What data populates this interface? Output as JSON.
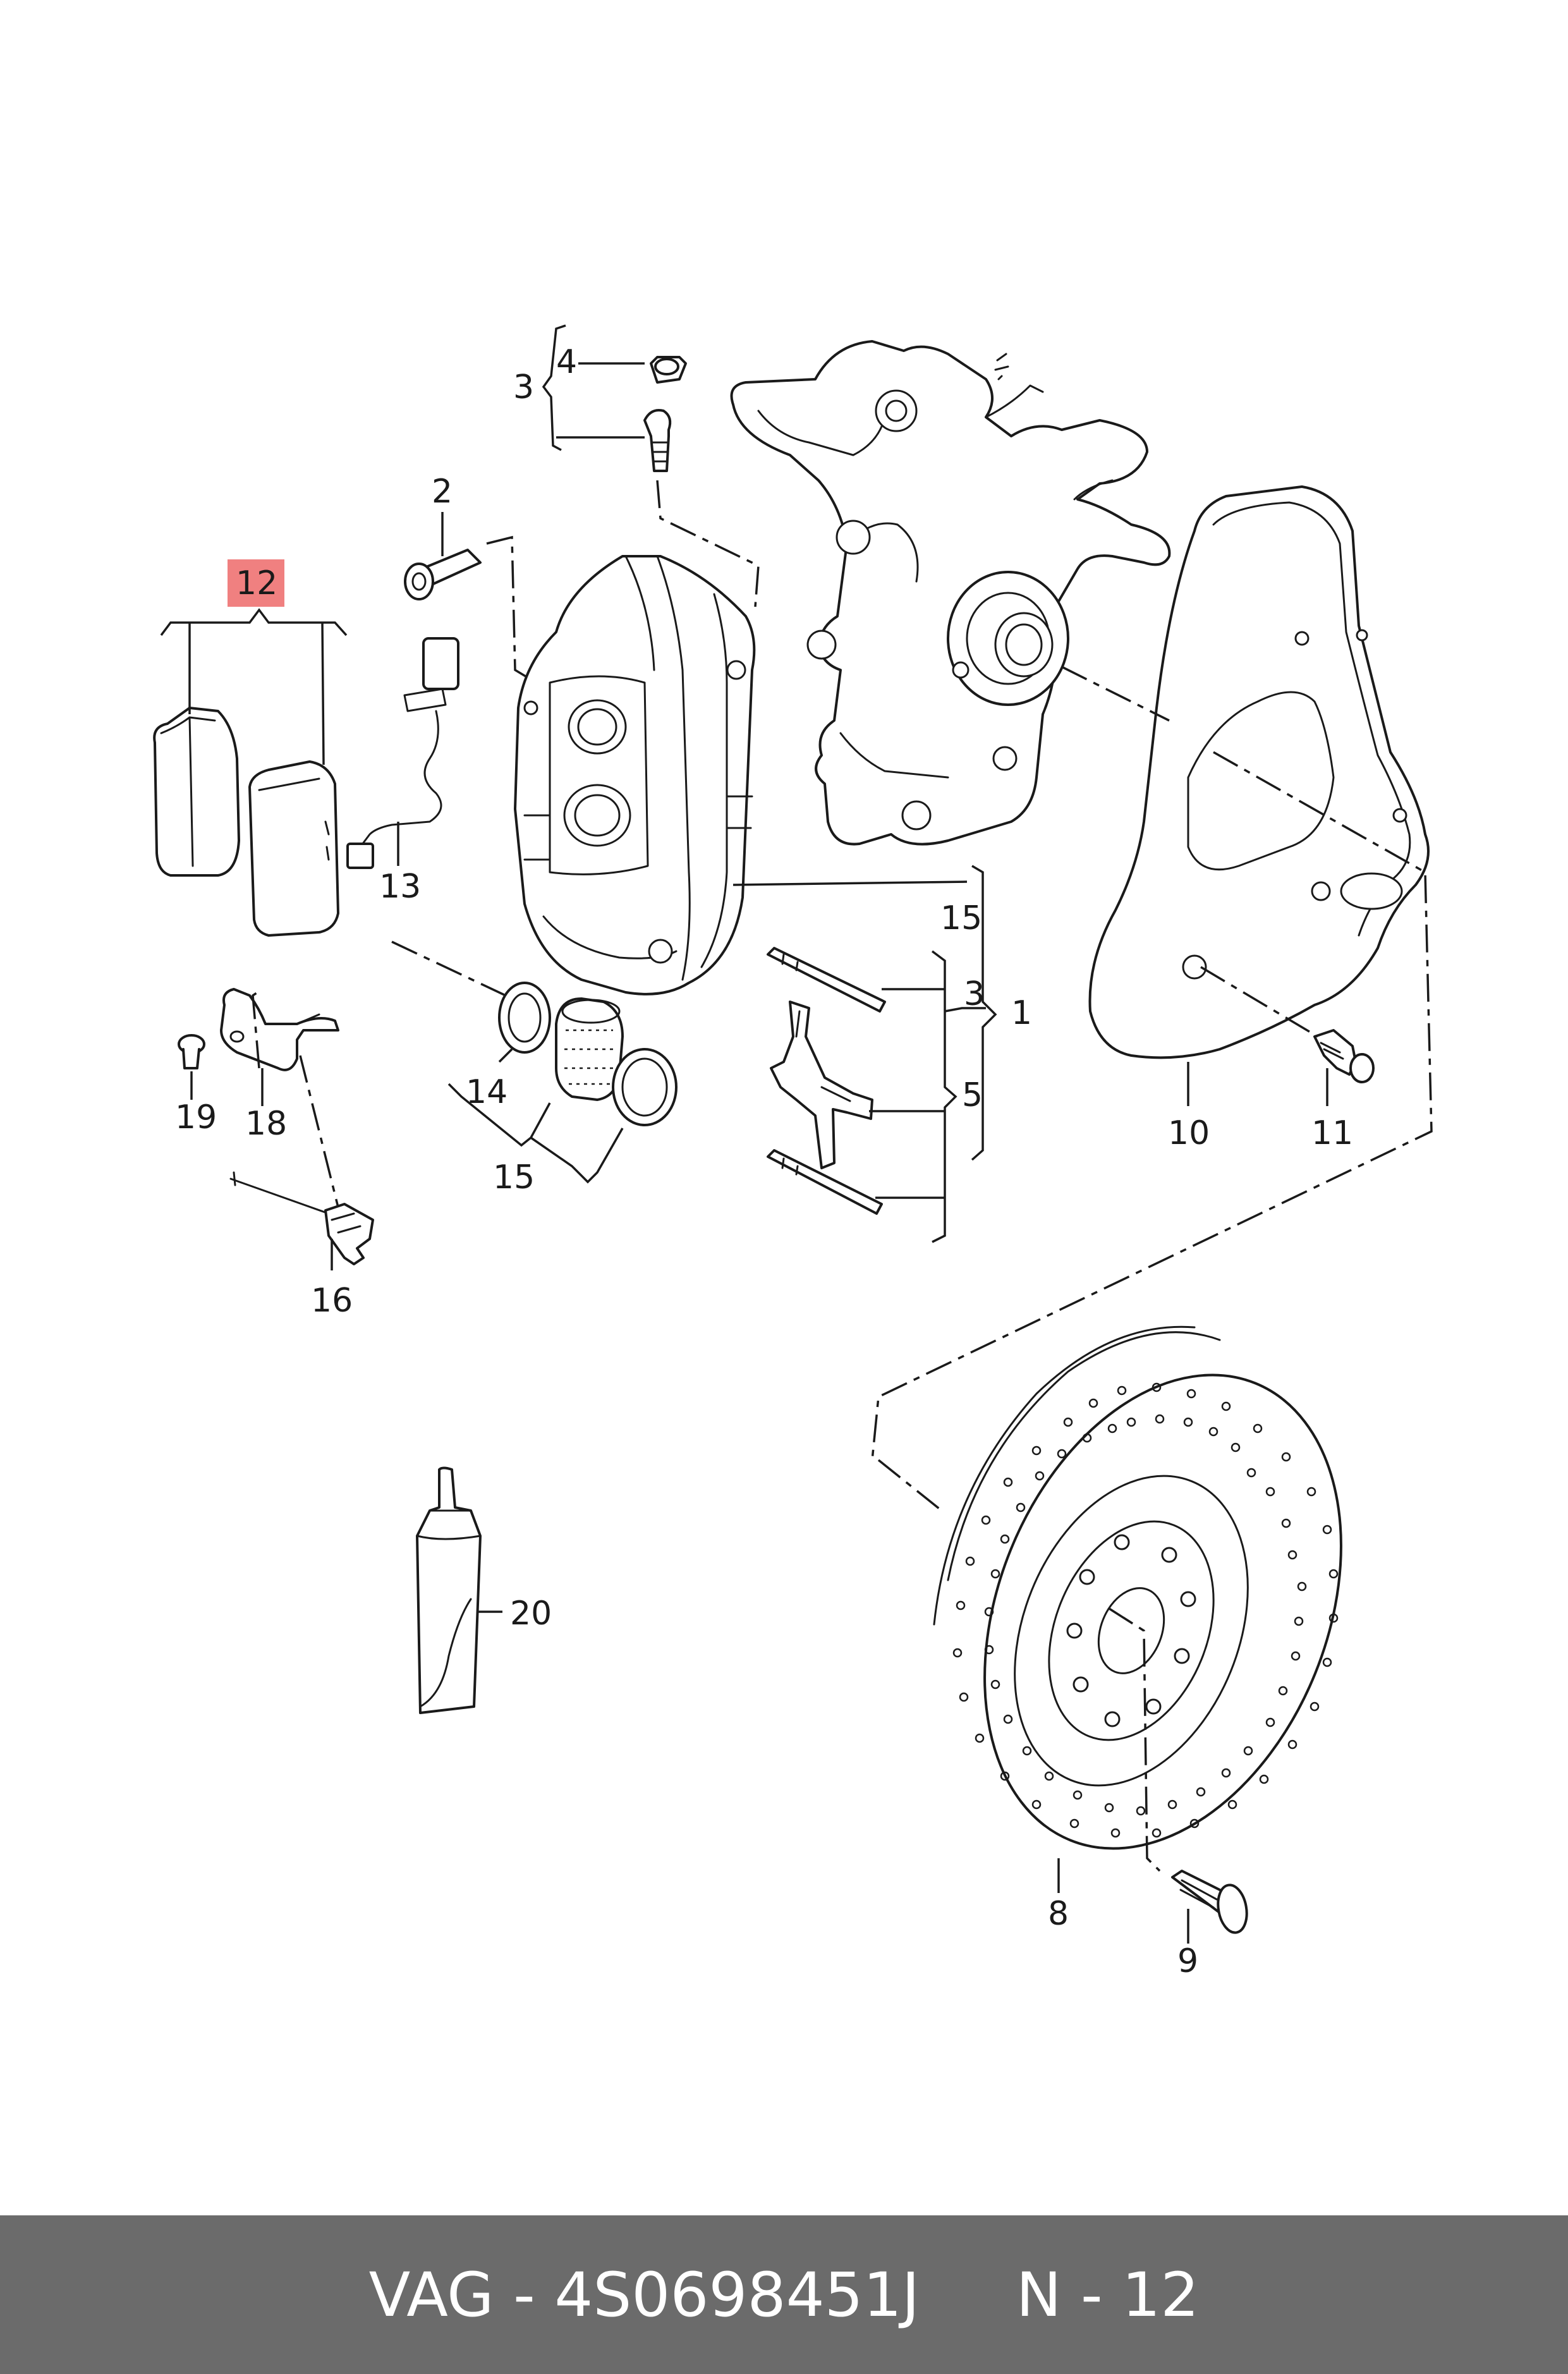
{
  "footer": {
    "brand": "VAG",
    "part_number": "4S0698451J",
    "callout": "N - 12"
  },
  "highlight_color": "#f08080",
  "callouts": {
    "c1": "1",
    "c2": "2",
    "c3a": "3",
    "c3b": "3",
    "c4": "4",
    "c5": "5",
    "c8": "8",
    "c9": "9",
    "c10": "10",
    "c11": "11",
    "c12": "12",
    "c13": "13",
    "c14": "14",
    "c15a": "15",
    "c15b": "15",
    "c16": "16",
    "c18": "18",
    "c19": "19",
    "c20": "20"
  },
  "highlighted_callout": "12"
}
